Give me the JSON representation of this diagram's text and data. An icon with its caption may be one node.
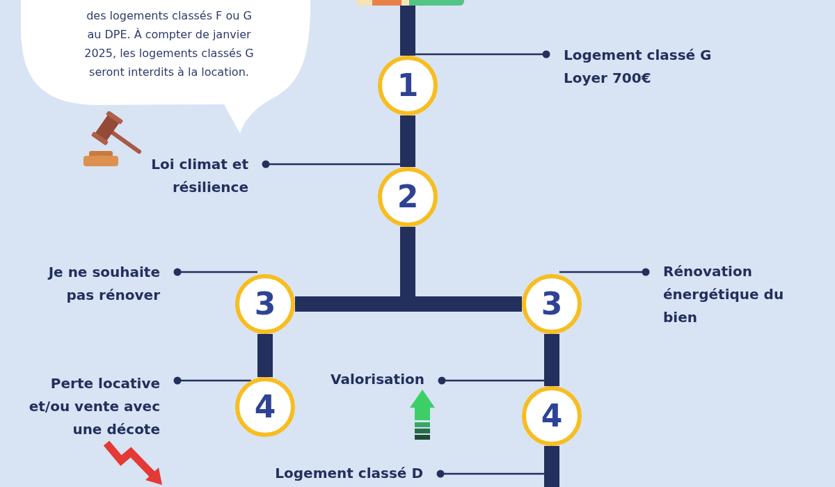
{
  "diagram": {
    "nodes": [
      {
        "text": [
          "des logements classés F ou G au DPE. À compter de janvier 2025, les logements classés G seront interdits à la location."
        ]
      },
      {
        "text": [],
        "shape": "bar"
      },
      {
        "text": [
          "Logement classé G",
          "Loyer 700€"
        ]
      },
      {
        "text": [
          "1"
        ]
      },
      {
        "text": [
          "Loi climat et résilience"
        ]
      },
      {
        "text": [
          "2"
        ]
      },
      {
        "text": [
          "Je ne souhaite pas rénover"
        ]
      },
      {
        "text": [
          "3"
        ]
      },
      {
        "text": [
          "3"
        ]
      },
      {
        "text": [
          "Rénovation énergétique du bien"
        ]
      },
      {
        "text": [
          "Perte locative et/ou vente avec une décote"
        ]
      },
      {
        "text": [
          "Valorisation"
        ]
      },
      {
        "text": [
          "4"
        ]
      },
      {
        "text": [
          "4"
        ]
      },
      {
        "text": [
          "Logement classé D"
        ]
      }
    ],
    "edges": [
      {
        "from": 2,
        "to": 3,
        "arrow": "other"
      },
      {
        "from": 4,
        "to": 5,
        "arrow": "other"
      },
      {
        "from": 6,
        "to": 7,
        "arrow": "other"
      },
      {
        "from": 9,
        "to": 8,
        "arrow": "other"
      },
      {
        "from": 10,
        "to": 12,
        "arrow": "other"
      },
      {
        "from": 11,
        "to": 13,
        "arrow": "other"
      },
      {
        "from": 14,
        "to": null,
        "arrow": "other"
      },
      {
        "from": 1,
        "to": 3,
        "arrow": "none",
        "style": "thick"
      },
      {
        "from": 3,
        "to": 5,
        "arrow": "none",
        "style": "thick"
      },
      {
        "from": 5,
        "to": 7,
        "arrow": "none",
        "style": "thick"
      },
      {
        "from": 5,
        "to": 8,
        "arrow": "none",
        "style": "thick"
      },
      {
        "from": 7,
        "to": 12,
        "arrow": "none",
        "style": "thick"
      },
      {
        "from": 8,
        "to": 13,
        "arrow": "none",
        "style": "thick"
      },
      {
        "from": 13,
        "to": null,
        "arrow": "none",
        "style": "thick"
      }
    ]
  }
}
